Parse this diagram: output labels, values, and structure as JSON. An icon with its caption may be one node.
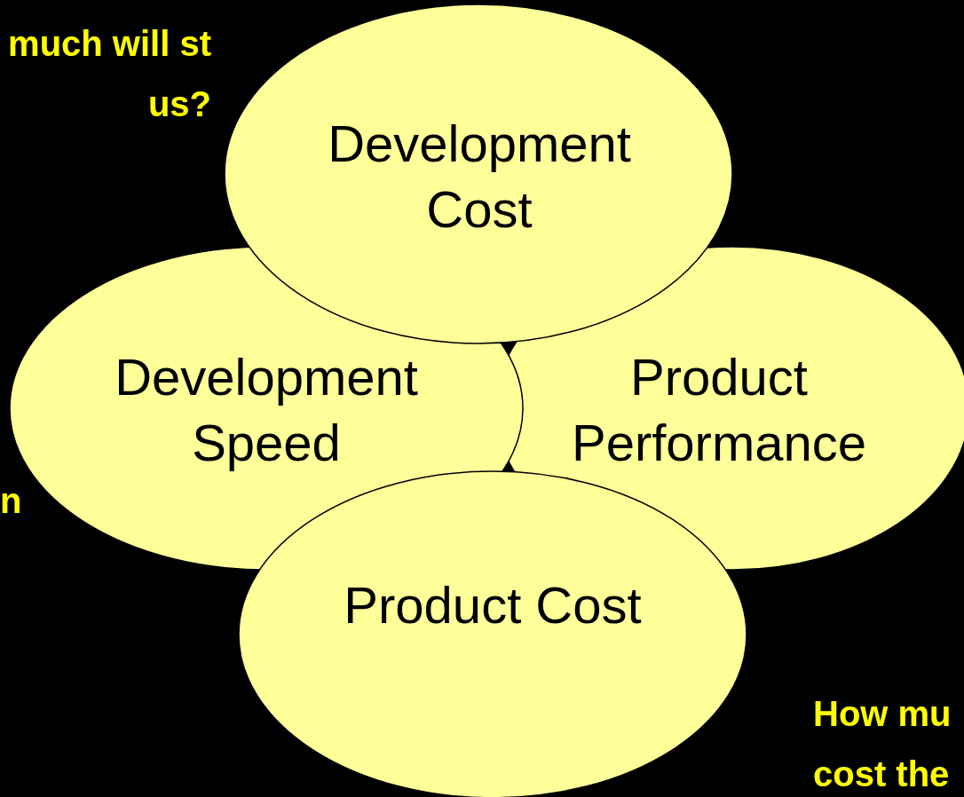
{
  "diagram": {
    "nodes": [
      {
        "text": [
          "Development Cost"
        ]
      },
      {
        "text": [
          "Development Speed"
        ]
      },
      {
        "text": [
          "Product Performance"
        ]
      },
      {
        "text": [
          "Product Cost"
        ]
      }
    ],
    "labels": [
      "much will st us?",
      "n",
      "How mu cost the"
    ]
  }
}
